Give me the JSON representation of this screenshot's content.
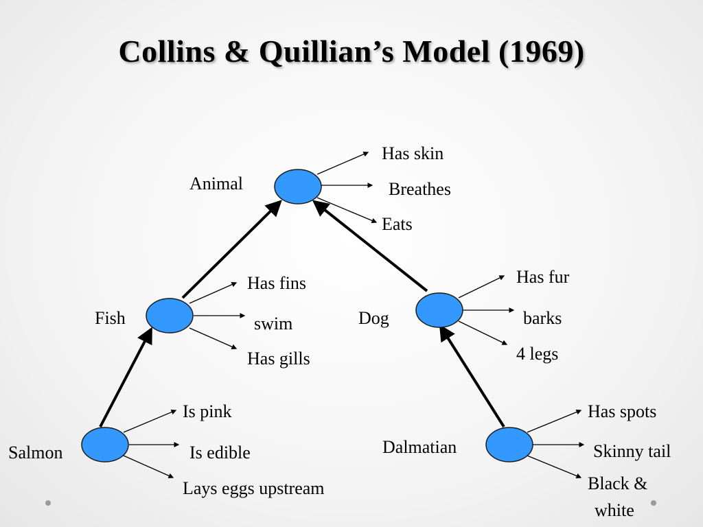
{
  "title": "Collins & Quillian’s Model (1969)",
  "nodes": {
    "animal": {
      "name": "Animal",
      "properties": [
        "Has skin",
        "Breathes",
        "Eats"
      ]
    },
    "fish": {
      "name": "Fish",
      "properties": [
        "Has fins",
        "swim",
        "Has gills"
      ]
    },
    "dog": {
      "name": "Dog",
      "properties": [
        "Has fur",
        "barks",
        "4 legs"
      ]
    },
    "salmon": {
      "name": "Salmon",
      "properties": [
        "Is pink",
        "Is edible",
        "Lays eggs upstream"
      ]
    },
    "dalmatian": {
      "name": "Dalmatian",
      "properties": [
        "Has spots",
        "Skinny tail",
        "Black &",
        "white"
      ]
    }
  },
  "colors": {
    "node_fill": "#3399ff",
    "edge": "#000000"
  }
}
